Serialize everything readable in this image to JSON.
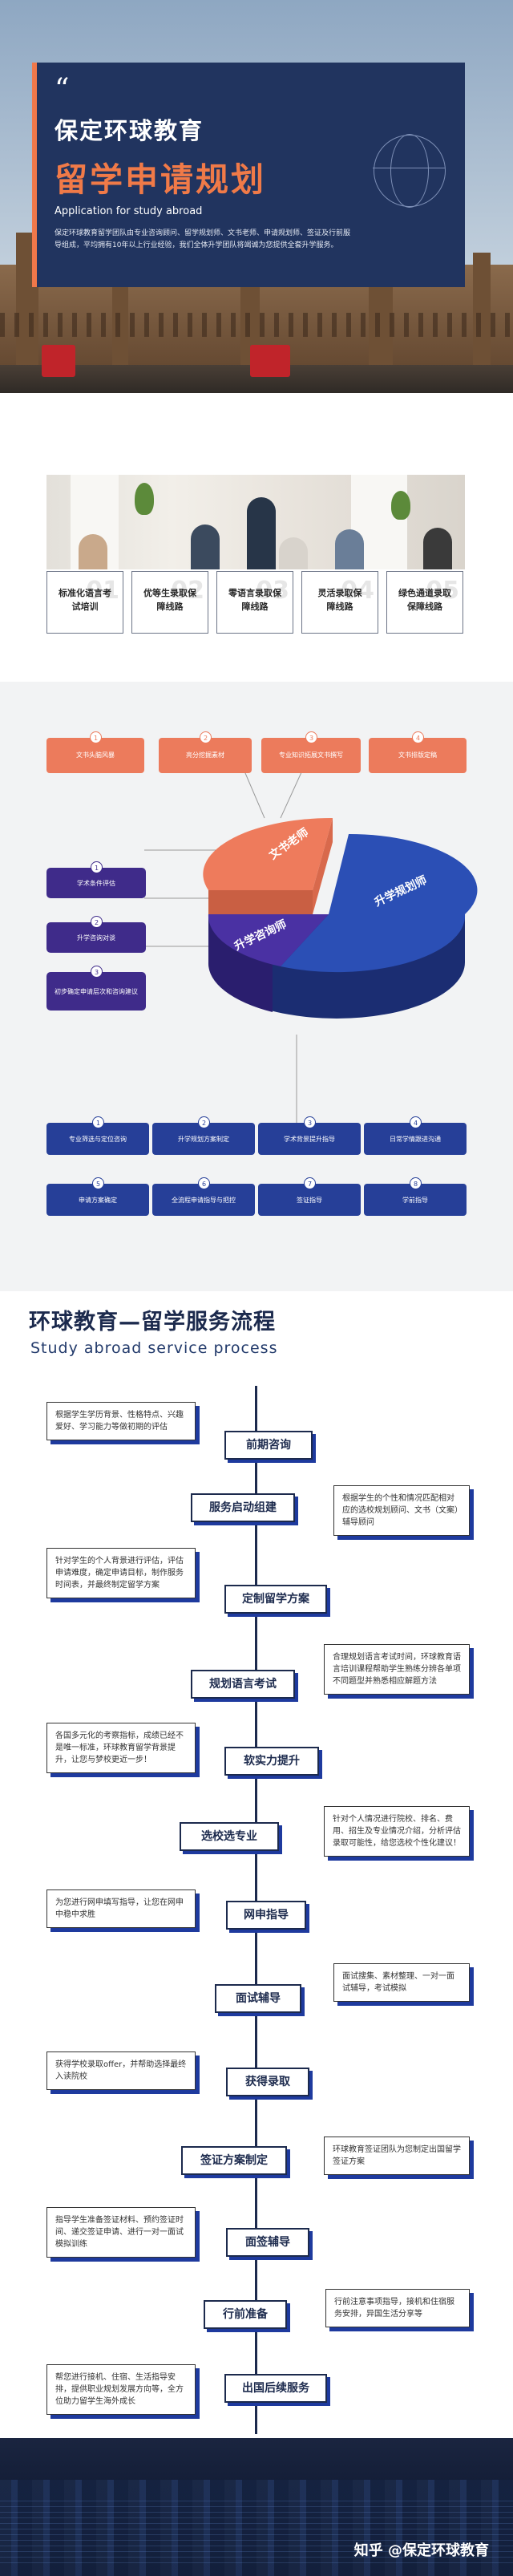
{
  "hero": {
    "quote_mark": "“",
    "title_line1": "保定环球教育",
    "title_line2": "留学申请规划",
    "subtitle_en": "Application for study abroad",
    "desc_line1": "保定环球教育留学团队由专业咨询顾问、留学规划师、文书老师、申请规划师、签证及行前服",
    "desc_line2": "导组成，平均拥有10年以上行业经验，我们全体升学团队将竭诚为您提供全套升学服务。"
  },
  "services": [
    {
      "num": "01",
      "label": "标准化语言考试培训"
    },
    {
      "num": "02",
      "label": "优等生录取保障线路"
    },
    {
      "num": "03",
      "label": "零语言录取保障线路"
    },
    {
      "num": "04",
      "label": "灵活录取保障线路"
    },
    {
      "num": "05",
      "label": "绿色通道录取保障线路"
    }
  ],
  "team": {
    "top": [
      {
        "num": "1",
        "label": "文书头脑风暴"
      },
      {
        "num": "2",
        "label": "亮分挖掘素材"
      },
      {
        "num": "3",
        "label": "专业知识拓展文书撰写"
      },
      {
        "num": "4",
        "label": "文书排版定稿"
      }
    ],
    "left": [
      {
        "num": "1",
        "label": "学术条件评估"
      },
      {
        "num": "2",
        "label": "升学咨询对谈"
      },
      {
        "num": "3",
        "label": "初步确定申请层次和咨询建议"
      }
    ],
    "pie": {
      "writer": "文书老师",
      "planner": "升学规划师",
      "consultant": "升学咨询师"
    },
    "bottom": [
      {
        "num": "1",
        "label": "专业筛选与定位咨询"
      },
      {
        "num": "2",
        "label": "升学规划方案制定"
      },
      {
        "num": "3",
        "label": "学术背景提升指导"
      },
      {
        "num": "4",
        "label": "日常学情跟进沟通"
      },
      {
        "num": "5",
        "label": "申请方案确定"
      },
      {
        "num": "6",
        "label": "全流程申请指导与把控"
      },
      {
        "num": "7",
        "label": "签证指导"
      },
      {
        "num": "8",
        "label": "学前指导"
      }
    ]
  },
  "process": {
    "title": "环球教育—留学服务流程",
    "title_en": "Study abroad service process",
    "steps": [
      {
        "name": "前期咨询",
        "desc": "根据学生学历背景、性格特点、兴趣爱好、学习能力等做初期的评估"
      },
      {
        "name": "服务启动组建",
        "desc": "根据学生的个性和情况匹配相对应的选校规划顾问、文书（文案）辅导顾问"
      },
      {
        "name": "定制留学方案",
        "desc": "针对学生的个人背景进行评估，评估申请难度，确定申请目标，制作服务时间表，并最终制定留学方案"
      },
      {
        "name": "规划语言考试",
        "desc": "合理规划语言考试时间，环球教育语言培训课程帮助学生熟练分辨各单项不同题型并熟悉相应解题方法"
      },
      {
        "name": "软实力提升",
        "desc": "各国多元化的考察指标，成绩已经不是唯一标准，环球教育留学背景提升，让您与梦校更近一步！"
      },
      {
        "name": "选校选专业",
        "desc": "针对个人情况进行院校、排名、费用、招生及专业情况介绍，分析评估录取可能性，给您选校个性化建议！"
      },
      {
        "name": "网申指导",
        "desc": "为您进行网申填写指导，让您在网申中稳中求胜"
      },
      {
        "name": "面试辅导",
        "desc": "面试搜集、素材整理、一对一面试辅导，考试模拟"
      },
      {
        "name": "获得录取",
        "desc": "获得学校录取offer，并帮助选择最终入读院校"
      },
      {
        "name": "签证方案制定",
        "desc": "环球教育签证团队为您制定出国留学签证方案"
      },
      {
        "name": "面签辅导",
        "desc": "指导学生准备签证材料、预约签证时间、递交签证申请、进行一对一面试模拟训练"
      },
      {
        "name": "行前准备",
        "desc": "行前注意事项指导，接机和住宿服务安排，异国生活分享等"
      },
      {
        "name": "出国后续服务",
        "desc": "帮您进行接机、住宿、生活指导安排，提供职业规划发展方向等，全方位助力留学生海外成长"
      }
    ]
  },
  "footer": {
    "watermark": "知乎 @保定环球教育"
  }
}
